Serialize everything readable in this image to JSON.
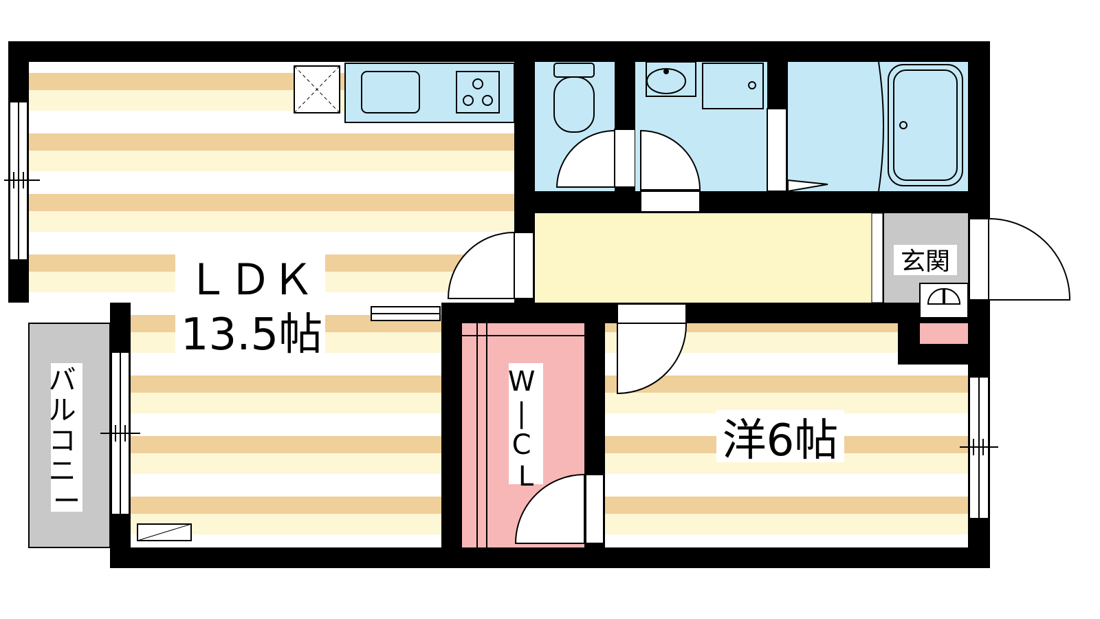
{
  "rooms": {
    "ldk": {
      "name": "ＬＤＫ",
      "size": "13.5帖"
    },
    "western": {
      "label": "洋6帖"
    },
    "wic": {
      "label": "W|CL"
    },
    "balcony": {
      "label": "バルコニー"
    },
    "entrance": {
      "label": "玄関"
    }
  },
  "colors": {
    "floor_stripe": "#efcf9a",
    "floor_base": "#fdf7d6",
    "wet_area": "#c4e8f6",
    "hallway": "#fdf7c8",
    "wic": "#f7b7b7",
    "balcony": "#c8c8c8",
    "entrance_step": "#f7b7b7",
    "walls": "#000000"
  }
}
